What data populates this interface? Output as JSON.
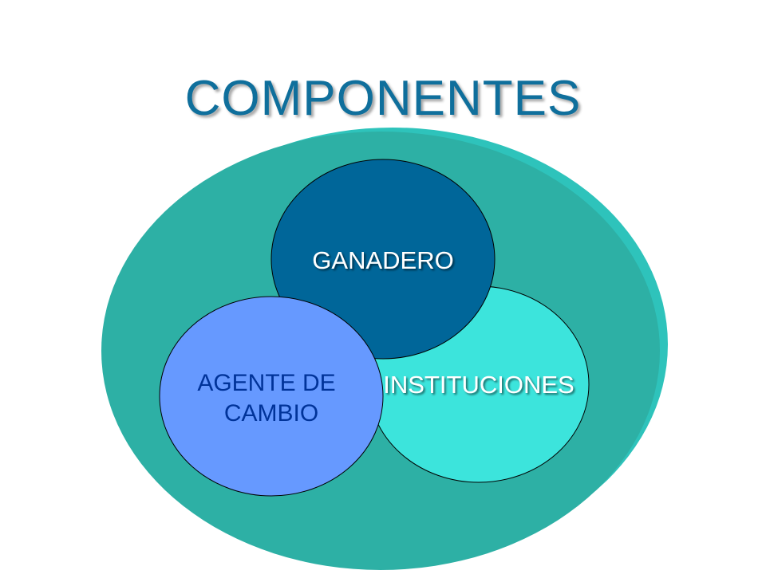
{
  "slide": {
    "title": "COMPONENTES"
  },
  "diagram": {
    "circles": [
      {
        "id": "ganadero",
        "label_lines": [
          "GANADERO"
        ]
      },
      {
        "id": "instituciones",
        "label_lines": [
          "INSTITUCIONES"
        ]
      },
      {
        "id": "agente",
        "label_lines": [
          "AGENTE DE",
          "CAMBIO"
        ]
      }
    ]
  },
  "colors": {
    "title": "#0f6f9c",
    "outer_ellipse": "#2db0a5",
    "outer_ellipse_shadow": "#2ec3bb",
    "ganadero": "#006699",
    "instituciones": "#3ce4dc",
    "agente": "#6699ff",
    "label_white": "#ffffff",
    "label_agente": "#003399"
  }
}
